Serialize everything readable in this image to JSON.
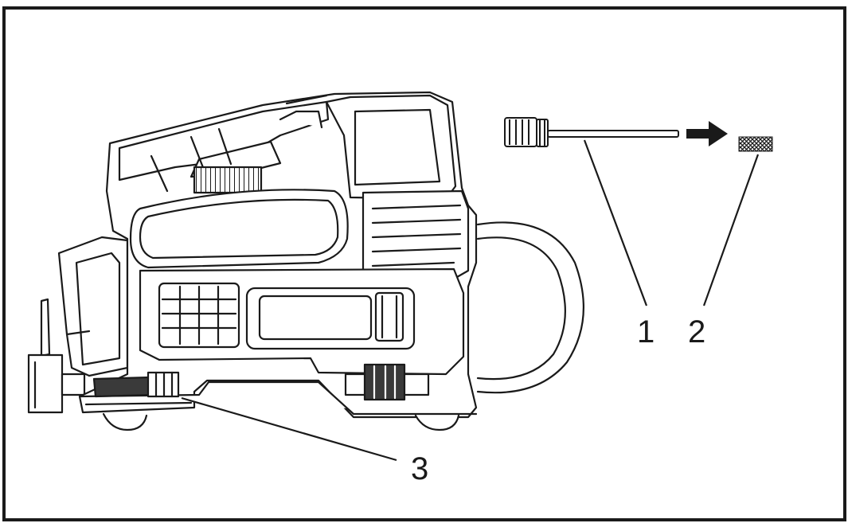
{
  "callouts": {
    "label_1": "1",
    "label_2": "2",
    "label_3": "3"
  },
  "colors": {
    "line": "#1a1a1a",
    "frame": "#1a1a1a",
    "background": "#ffffff"
  },
  "icons": {
    "machine": "air-compressor-drawing",
    "needle": "inflation-needle-icon",
    "filter": "filter-mesh-icon",
    "arrow": "arrow-right-icon"
  }
}
